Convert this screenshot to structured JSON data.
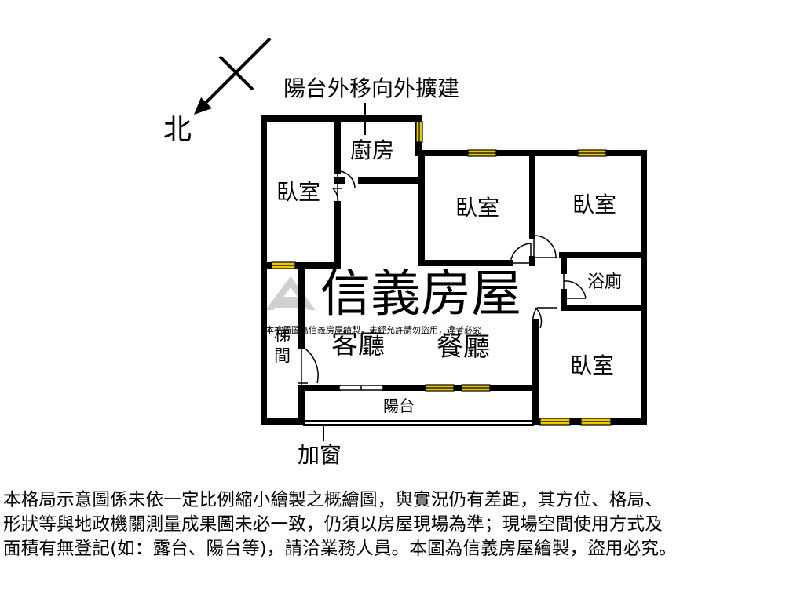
{
  "compass": {
    "north_label": "北"
  },
  "annotations": {
    "balcony_extension": "陽台外移向外擴建",
    "added_window": "加窗"
  },
  "rooms": {
    "bedroom_west": "臥室",
    "kitchen": "廚房",
    "bedroom_center": "臥室",
    "bedroom_northeast": "臥室",
    "bathroom": "浴廁",
    "stairwell": "梯間",
    "living_room": "客廳",
    "dining_room": "餐廳",
    "bedroom_southeast": "臥室",
    "balcony": "陽台"
  },
  "watermark": {
    "brand": "信義房屋",
    "small_text": "本格局圖為信義房屋繪製，未經允許請勿盜用，違者必究"
  },
  "disclaimer": {
    "line1": "本格局示意圖係未依一定比例縮小繪製之概繪圖，與實況仍有差距，其方位、格局、",
    "line2": "形狀等與地政機關測量成果圖未必一致，仍須以房屋現場為準；現場空間使用方式及",
    "line3": "面積有無登記(如：露台、陽台等)，請洽業務人員。本圖為信義房屋繪製，盜用必究。"
  },
  "colors": {
    "wall": "#000000",
    "window_fill": "#e8c800",
    "watermark": "#c9c9c9",
    "background": "#ffffff"
  }
}
